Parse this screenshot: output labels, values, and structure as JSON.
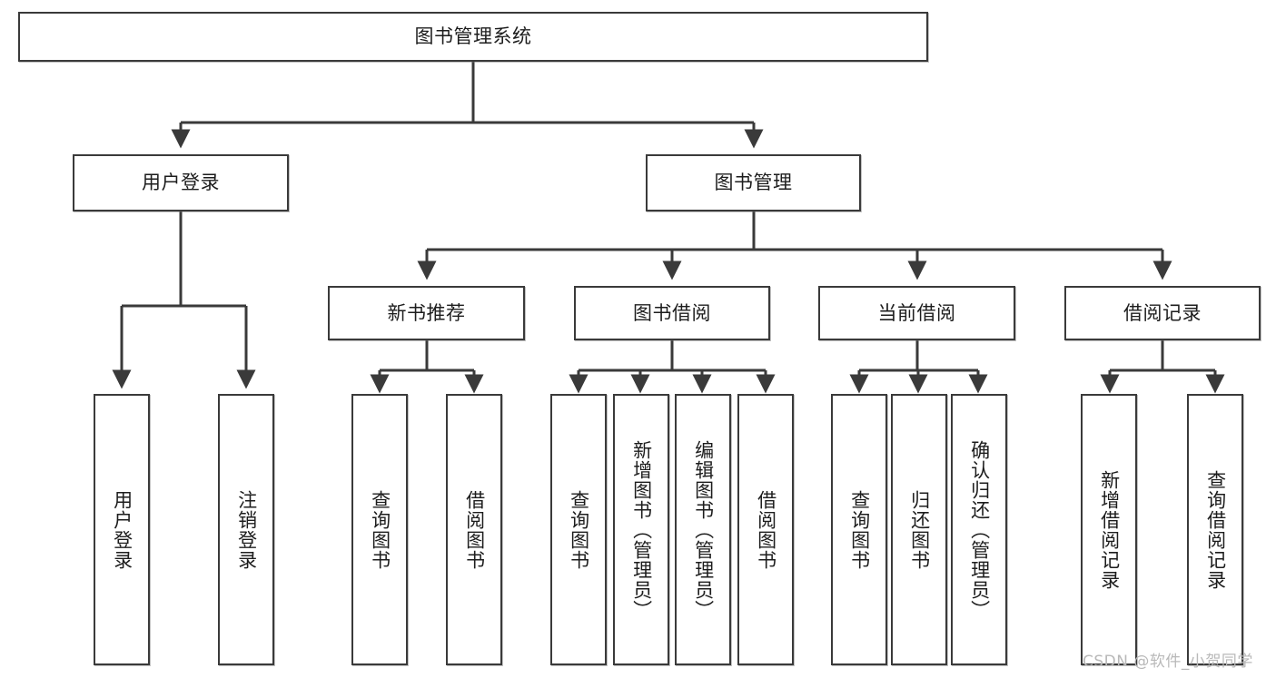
{
  "diagram": {
    "type": "tree-hierarchy-chart",
    "title": "图书管理系统",
    "stroke_color": "#3a3a3a",
    "text_color": "#1d1d1d",
    "background_color": "#ffffff",
    "nodes": {
      "root": {
        "label": "图书管理系统",
        "level": 0
      },
      "login": {
        "label": "用户登录",
        "level": 1
      },
      "book_manage": {
        "label": "图书管理",
        "level": 1
      },
      "new_book_rec": {
        "label": "新书推荐",
        "level": 2
      },
      "book_borrow": {
        "label": "图书借阅",
        "level": 2
      },
      "current_borrow": {
        "label": "当前借阅",
        "level": 2
      },
      "borrow_record": {
        "label": "借阅记录",
        "level": 2
      },
      "leaf_user_login": {
        "label": "用户登录",
        "level": 3
      },
      "leaf_logout": {
        "label": "注销登录",
        "level": 3
      },
      "leaf_query_book_1": {
        "label": "查询图书",
        "level": 3
      },
      "leaf_borrow_book_1": {
        "label": "借阅图书",
        "level": 3
      },
      "leaf_query_book_2": {
        "label": "查询图书",
        "level": 3
      },
      "leaf_add_book": {
        "label": "新增图书（管理员）",
        "level": 3
      },
      "leaf_edit_book": {
        "label": "编辑图书（管理员）",
        "level": 3
      },
      "leaf_borrow_book_2": {
        "label": "借阅图书",
        "level": 3
      },
      "leaf_query_book_3": {
        "label": "查询图书",
        "level": 3
      },
      "leaf_return_book": {
        "label": "归还图书",
        "level": 3
      },
      "leaf_confirm_return": {
        "label": "确认归还（管理员）",
        "level": 3
      },
      "leaf_add_record": {
        "label": "新增借阅记录",
        "level": 3
      },
      "leaf_query_record": {
        "label": "查询借阅记录",
        "level": 3
      }
    }
  },
  "watermark": {
    "text": "CSDN @软件_小贺同学"
  }
}
